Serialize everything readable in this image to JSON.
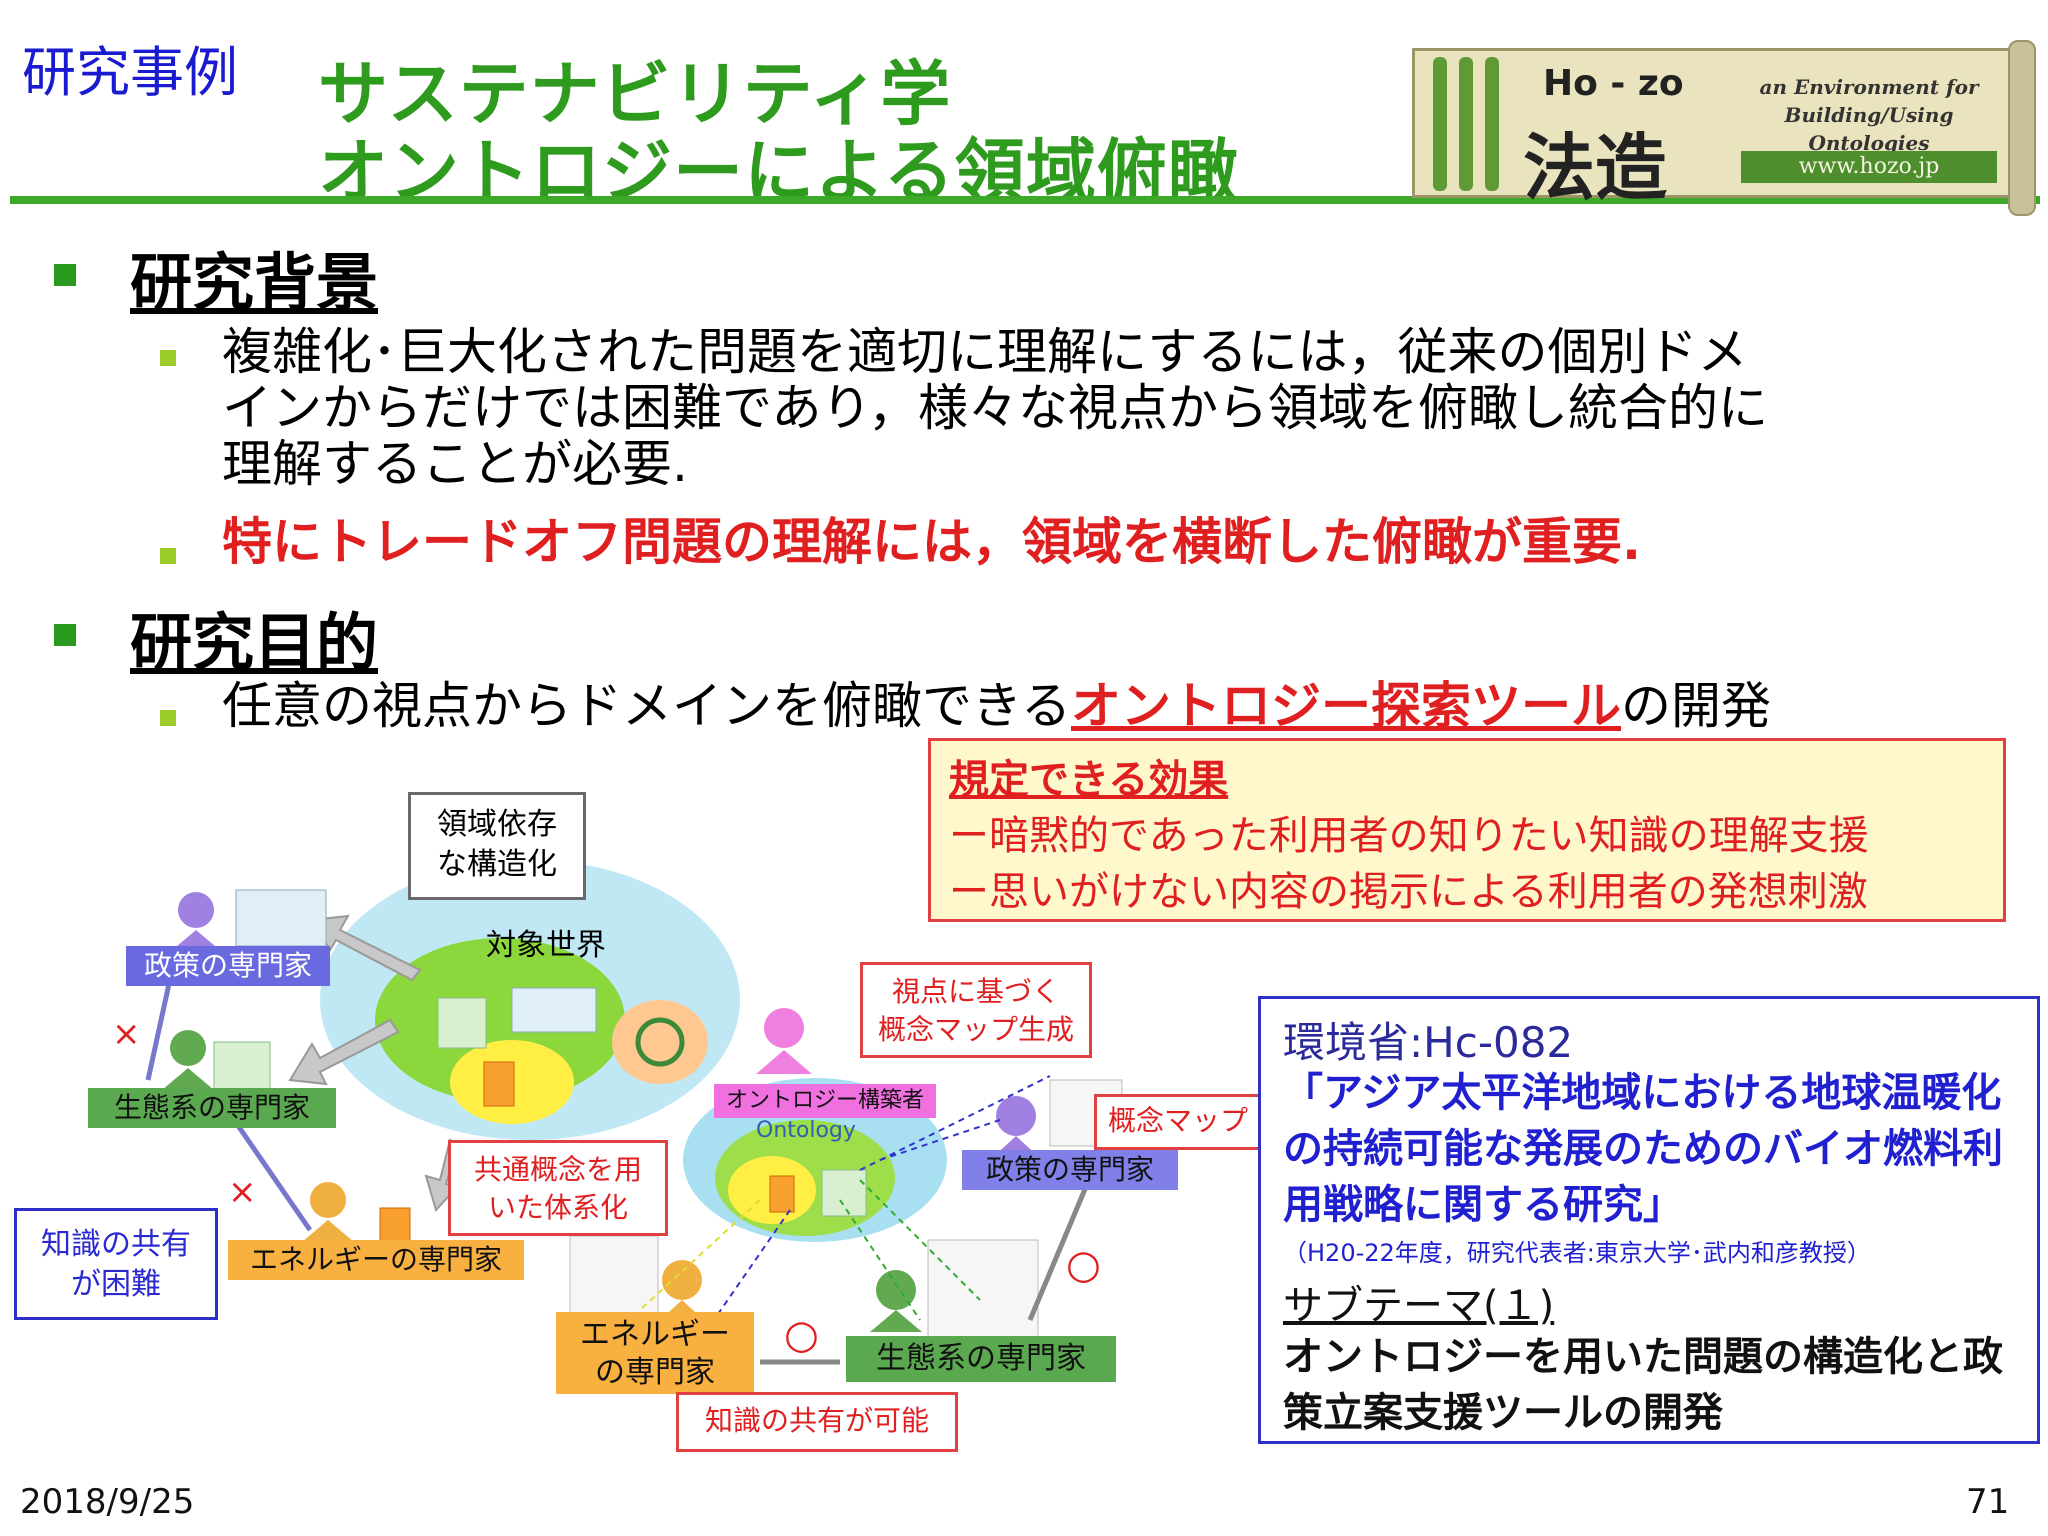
{
  "header": {
    "tag": "研究事例",
    "title_line1": "サステナビリティ学",
    "title_line2": "オントロジーによる領域俯瞰"
  },
  "logo": {
    "ho": "Ho - zo",
    "kanji": "法造",
    "sub1": "an Environment for",
    "sub2": "Building/Using Ontologies",
    "url": "www.hozo.jp"
  },
  "sections": {
    "background_heading": "研究背景",
    "background_b1_l1": "複雑化･巨大化された問題を適切に理解にするには，従来の個別ドメ",
    "background_b1_l2": "インからだけでは困難であり，様々な視点から領域を俯瞰し統合的に",
    "background_b1_l3": "理解することが必要.",
    "background_b2": "特にトレードオフ問題の理解には，領域を横断した俯瞰が重要.",
    "purpose_heading": "研究目的",
    "purpose_b1_pre": "任意の視点からドメインを俯瞰できる",
    "purpose_b1_em": "オントロジー探索ツール",
    "purpose_b1_post": "の開発"
  },
  "effect": {
    "heading": "規定できる効果",
    "line1": "ー暗黙的であった利用者の知りたい知識の理解支援",
    "line2": "ー思いがけない内容の掲示による利用者の発想刺激"
  },
  "project": {
    "agency": "環境省:Hc-082",
    "title": "「アジア太平洋地域における地球温暖化の持続可能な発展のためのバイオ燃料利用戦略に関する研究」",
    "note": "（H20-22年度，研究代表者:東京大学･武内和彦教授）",
    "subtheme": "サブテーマ(１)",
    "subtheme_title": "オントロジーを用いた問題の構造化と政策立案支援ツールの開発"
  },
  "diagram": {
    "domain_box": "領域依存\nな構造化",
    "target_world": "対象世界",
    "policy_expert": "政策の専門家",
    "eco_expert": "生態系の専門家",
    "energy_expert": "エネルギーの専門家",
    "knowledge_hard": "知識の共有\nが困難",
    "common_concept": "共通概念を用\nいた体系化",
    "ontology_builder": "オントロジー構築者",
    "ontology": "Ontology",
    "viewpoint_map": "視点に基づく\n概念マップ生成",
    "concept_map": "概念マップ",
    "policy_expert_r": "政策の専門家",
    "energy_expert_r": "エネルギー\nの専門家",
    "eco_expert_r": "生態系の専門家",
    "knowledge_ok": "知識の共有が可能",
    "cross": "×",
    "circle": "○"
  },
  "footer": {
    "date": "2018/9/25",
    "page": "71"
  },
  "colors": {
    "title_green": "#2e9a1e",
    "tag_blue": "#1a1ad0",
    "emphasis_red": "#e02020"
  }
}
